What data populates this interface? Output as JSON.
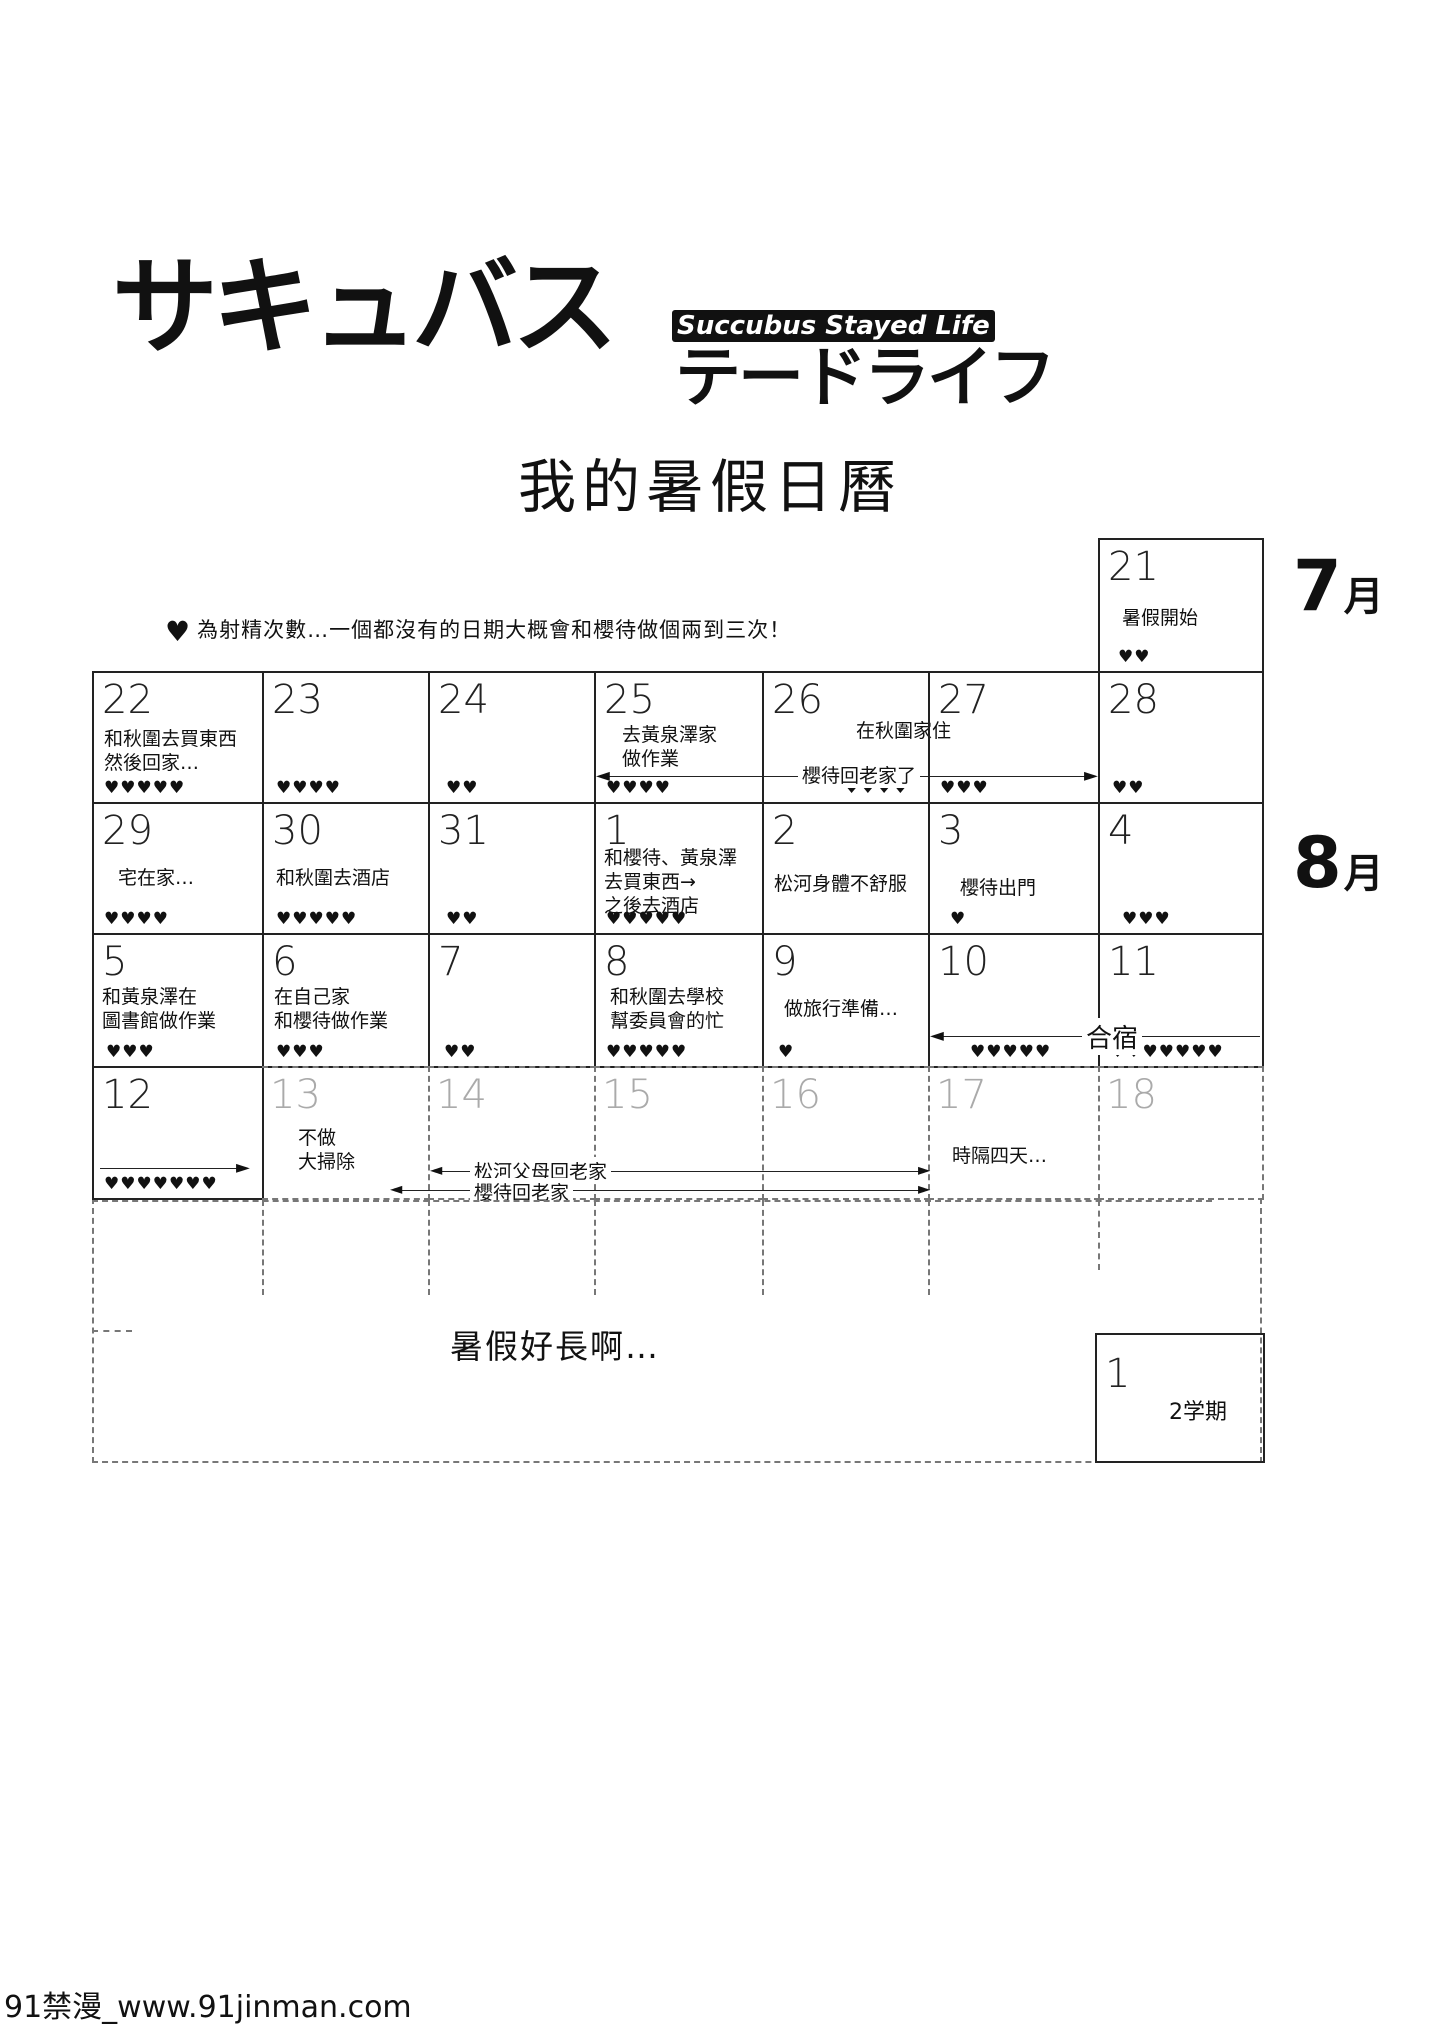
{
  "logo": {
    "jp_main": "サキュバス",
    "jp_sub": "テードライフ",
    "en": "Succubus Stayed Life"
  },
  "subtitle": "我的暑假日曆",
  "legend": {
    "icon": "heart-icon",
    "text": "為射精次數…一個都沒有的日期大概會和櫻待做個兩到三次！"
  },
  "months": {
    "july": {
      "num": "7",
      "unit": "月"
    },
    "august": {
      "num": "8",
      "unit": "月"
    }
  },
  "days": {
    "d21": {
      "num": "21",
      "note": "暑假開始",
      "hearts": "♥♥"
    },
    "d22": {
      "num": "22",
      "note": "和秋圍去買東西\n然後回家…",
      "hearts": "♥♥♥♥♥"
    },
    "d23": {
      "num": "23",
      "hearts": "♥♥♥♥"
    },
    "d24": {
      "num": "24",
      "hearts": "♥♥"
    },
    "d25": {
      "num": "25",
      "note": "去黃泉澤家\n做作業",
      "hearts": "♥♥♥♥"
    },
    "d26": {
      "num": "26",
      "note": "在秋圍家住",
      "hearts": "♥♥♥♥"
    },
    "d27": {
      "num": "27",
      "hearts": "♥♥♥"
    },
    "d28": {
      "num": "28",
      "hearts": "♥♥"
    },
    "d29": {
      "num": "29",
      "note": "宅在家…",
      "hearts": "♥♥♥♥"
    },
    "d30": {
      "num": "30",
      "note": "和秋圍去酒店",
      "hearts": "♥♥♥♥♥"
    },
    "d31": {
      "num": "31",
      "hearts": "♥♥"
    },
    "d1": {
      "num": "1",
      "note": "和櫻待、黃泉澤\n去買東西→\n之後去酒店",
      "hearts": "♥♥♥♥♥"
    },
    "d2": {
      "num": "2",
      "note": "松河身體不舒服"
    },
    "d3": {
      "num": "3",
      "note": "櫻待出門",
      "hearts": "♥"
    },
    "d4": {
      "num": "4",
      "hearts": "♥♥♥"
    },
    "d5": {
      "num": "5",
      "note": "和黃泉澤在\n圖書館做作業",
      "hearts": "♥♥♥"
    },
    "d6": {
      "num": "6",
      "note": "在自己家\n和櫻待做作業",
      "hearts": "♥♥♥"
    },
    "d7": {
      "num": "7",
      "hearts": "♥♥"
    },
    "d8": {
      "num": "8",
      "note": "和秋圍去學校\n幫委員會的忙",
      "hearts": "♥♥♥♥♥"
    },
    "d9": {
      "num": "9",
      "note": "做旅行準備…",
      "hearts": "♥"
    },
    "d10": {
      "num": "10",
      "hearts": "♥♥♥♥♥"
    },
    "d11": {
      "num": "11",
      "hearts": "♥♥♥♥♥♥♥"
    },
    "d12": {
      "num": "12",
      "hearts": "♥♥♥♥♥♥♥"
    },
    "d13": {
      "num": "13",
      "note": "不做\n大掃除"
    },
    "d14": {
      "num": "14"
    },
    "d15": {
      "num": "15"
    },
    "d16": {
      "num": "16"
    },
    "d17": {
      "num": "17",
      "note": "時隔四天…"
    },
    "d18": {
      "num": "18"
    }
  },
  "arrows": {
    "sakura_home1": "櫻待回老家了",
    "camp": "合宿",
    "parents_home": "松河父母回老家",
    "sakura_home2": "櫻待回老家"
  },
  "closing": "暑假好長啊…",
  "sept": {
    "num": "1",
    "note": "2学期"
  },
  "watermark": "91禁漫_www.91jinman.com"
}
